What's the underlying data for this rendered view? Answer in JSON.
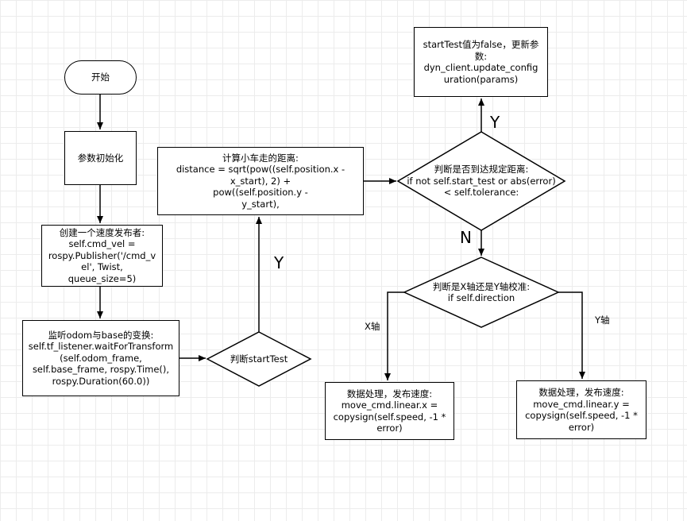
{
  "nodes": {
    "start": "开始",
    "init": "参数初始化",
    "publisher": "创建一个速度发布者:\nself.cmd_vel =\nrospy.Publisher('/cmd_v\nel', Twist,\nqueue_size=5)",
    "transform": "监听odom与base的变换:\nself.tf_listener.waitForTransform\n(self.odom_frame,\nself.base_frame, rospy.Time(),\nrospy.Duration(60.0))",
    "judge_start": "判断startTest",
    "distance": "计算小车走的距离:\ndistance = sqrt(pow((self.position.x -\nx_start), 2) +\n            pow((self.position.y -\ny_start),",
    "judge_distance": "判断是否到达规定距离:\nif not self.start_test or abs(error)\n< self.tolerance:",
    "update": "startTest值为false，更新参\n数:\ndyn_client.update_config\nuration(params)",
    "judge_axis": "判断是X轴还是Y轴校准:\nif self.direction",
    "process_x": "数据处理，发布速度:\nmove_cmd.linear.x =\ncopysign(self.speed, -1 *\nerror)",
    "process_y": "数据处理，发布速度:\nmove_cmd.linear.y =\ncopysign(self.speed, -1 *\nerror)"
  },
  "labels": {
    "start_yes": "Y",
    "dist_yes": "Y",
    "dist_no": "N",
    "axis_x": "X轴",
    "axis_y": "Y轴"
  },
  "colors": {
    "stroke": "#000000",
    "grid": "#ececec"
  }
}
